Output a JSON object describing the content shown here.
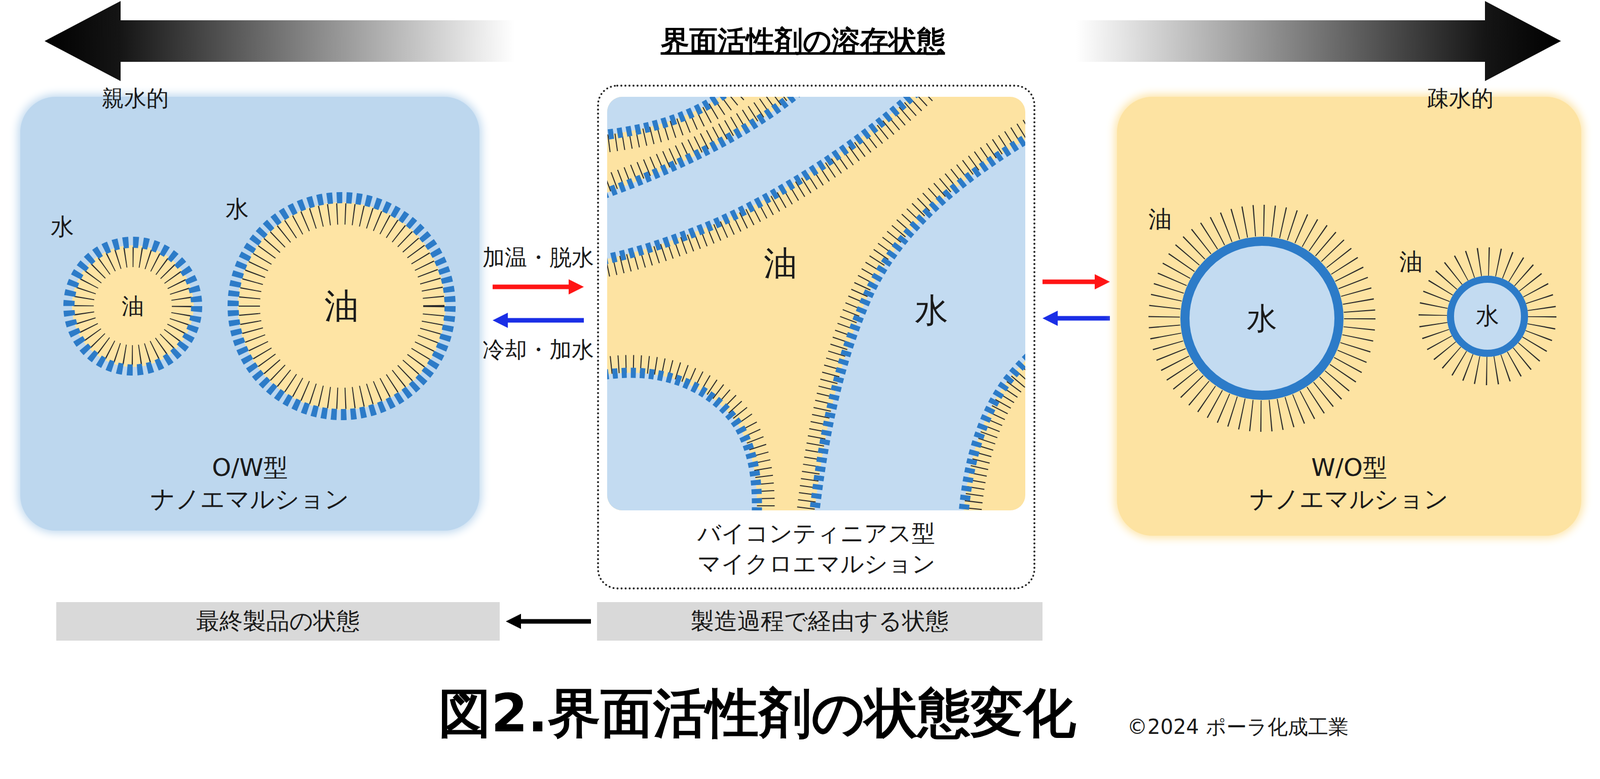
{
  "diagram": {
    "title": "図2.界面活性剤の状態変化",
    "nodes": [
      {
        "text": [
          "界面活性剤の溶存状態"
        ]
      },
      {
        "text": [
          "O/W型 ナノエマルション"
        ]
      },
      {
        "text": [
          "油"
        ],
        "in": 1
      },
      {
        "text": [
          "油"
        ],
        "in": 1
      },
      {
        "text": [
          "バイコンティニアス型 マイクロエマルション"
        ]
      },
      {
        "text": [
          "W/O型 ナノエマルション"
        ]
      },
      {
        "text": [
          "水"
        ],
        "in": 5
      },
      {
        "text": [
          "水"
        ],
        "in": 5
      },
      {
        "text": [
          "最終製品の状態"
        ]
      },
      {
        "text": [
          "製造過程で経由する状態"
        ]
      }
    ],
    "edges": [
      {
        "from": 1,
        "to": 4,
        "arrow": "to",
        "label": "加温・脱水"
      },
      {
        "from": 4,
        "to": 1,
        "arrow": "to",
        "label": "冷却・加水"
      },
      {
        "from": 4,
        "to": 5,
        "arrow": "to"
      },
      {
        "from": 5,
        "to": 4,
        "arrow": "to"
      },
      {
        "from": 9,
        "to": 8,
        "arrow": "to"
      }
    ],
    "labels": [
      "親水的",
      "疎水的",
      "水",
      "水",
      "油",
      "水",
      "油",
      "油",
      "©2024 ポーラ化成工業"
    ]
  }
}
